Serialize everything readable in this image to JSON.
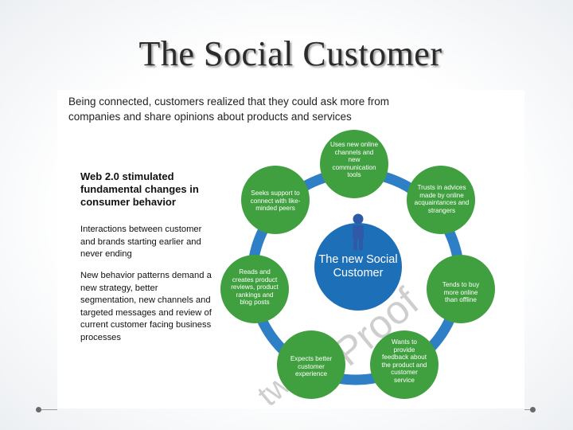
{
  "title": "The Social Customer",
  "intro": "Being connected, customers realized that they could ask more from companies and share opinions about products and services",
  "heading": "Web 2.0 stimulated fundamental changes in consumer behavior",
  "paragraphs": [
    "Interactions between customer and brands starting earlier and never ending",
    "New behavior patterns demand a new strategy, better segmentation, new channels and targeted messages and review of current customer facing business processes"
  ],
  "center": "The new Social Customer",
  "behaviors": [
    "Uses new online channels and new communication tools",
    "Trusts in advices made by online acquaintances and strangers",
    "Tends to buy more online than offline",
    "Wants to provide feedback about the product and customer service",
    "Expects better customer experience",
    "Reads and creates product reviews, product rankings and blog posts",
    "Seeks support to connect with like-minded peers"
  ],
  "watermark": "Proof",
  "colors": {
    "ring": "#2f7fc6",
    "center": "#1d6fb8",
    "bubble": "#40a03f",
    "person_icon": "#2f5aa8",
    "watermark": "#c9c9c9"
  }
}
